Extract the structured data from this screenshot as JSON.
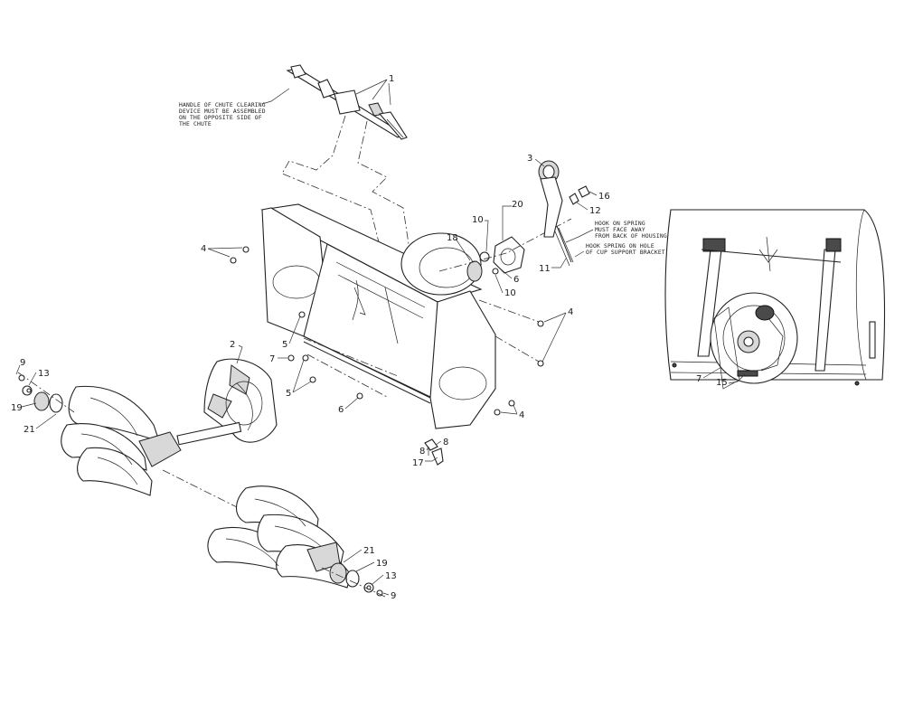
{
  "callouts": {
    "c1": "1",
    "c2": "2",
    "c3": "3",
    "c4a": "4",
    "c4b": "4",
    "c4c": "4",
    "c5a": "5",
    "c5b": "5",
    "c6a": "6",
    "c6b": "6",
    "c7a": "7",
    "c7b": "7",
    "c8a": "8",
    "c8b": "8",
    "c9a": "9",
    "c9b": "9",
    "c10a": "10",
    "c10b": "10",
    "c11": "11",
    "c12": "12",
    "c13a": "13",
    "c13b": "13",
    "c15": "15",
    "c16": "16",
    "c17": "17",
    "c18": "18",
    "c19a": "19",
    "c19b": "19",
    "c20": "20",
    "c21a": "21",
    "c21b": "21"
  },
  "notes": {
    "chute": [
      "HANDLE OF CHUTE CLEARING",
      "DEVICE MUST BE ASSEMBLED",
      "ON THE OPPOSITE SIDE OF",
      "THE CHUTE"
    ],
    "spring_face": [
      "HOOK ON SPRING",
      "MUST FACE AWAY",
      "FROM BACK OF HOUSING"
    ],
    "spring_hole": [
      "HOOK SPRING ON HOLE",
      "OF CUP SUPPORT BRACKET"
    ]
  },
  "colors": {
    "line": "#222222",
    "fill": "#ffffff",
    "shade": "#d8d8d8"
  }
}
